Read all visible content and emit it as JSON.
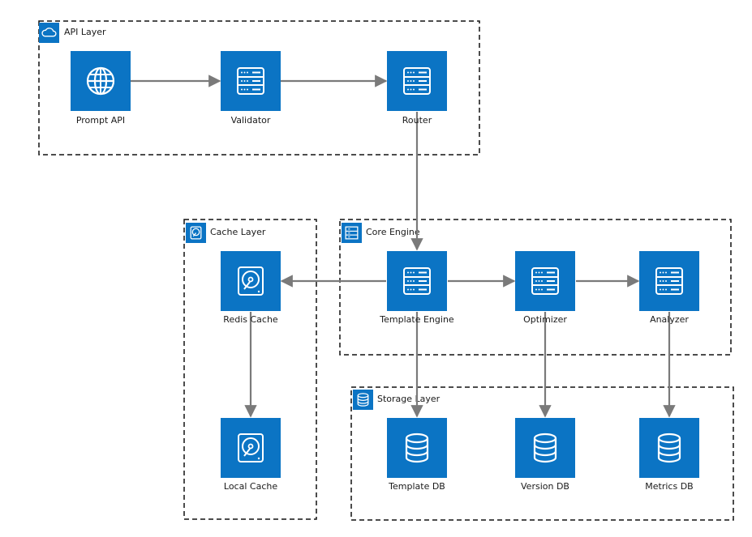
{
  "colors": {
    "node_fill": "#0b74c4",
    "icon_stroke": "#ffffff",
    "edge": "#7a7a7a",
    "group_border": "#111111"
  },
  "groups": {
    "api": {
      "label": "API Layer",
      "icon": "cloud-icon"
    },
    "cache": {
      "label": "Cache Layer",
      "icon": "disk-icon"
    },
    "core": {
      "label": "Core Engine",
      "icon": "list-icon"
    },
    "storage": {
      "label": "Storage Layer",
      "icon": "database-icon"
    }
  },
  "nodes": {
    "prompt_api": {
      "label": "Prompt API",
      "icon": "globe-icon"
    },
    "validator": {
      "label": "Validator",
      "icon": "server-icon"
    },
    "router": {
      "label": "Router",
      "icon": "server-icon"
    },
    "redis_cache": {
      "label": "Redis Cache",
      "icon": "hard-drive-icon"
    },
    "local_cache": {
      "label": "Local Cache",
      "icon": "hard-drive-icon"
    },
    "template_engine": {
      "label": "Template Engine",
      "icon": "server-icon"
    },
    "optimizer": {
      "label": "Optimizer",
      "icon": "server-icon"
    },
    "analyzer": {
      "label": "Analyzer",
      "icon": "server-icon"
    },
    "template_db": {
      "label": "Template DB",
      "icon": "database-icon"
    },
    "version_db": {
      "label": "Version DB",
      "icon": "database-icon"
    },
    "metrics_db": {
      "label": "Metrics DB",
      "icon": "database-icon"
    }
  },
  "edges": [
    {
      "from": "prompt_api",
      "to": "validator"
    },
    {
      "from": "validator",
      "to": "router"
    },
    {
      "from": "router",
      "to": "template_engine"
    },
    {
      "from": "template_engine",
      "to": "redis_cache"
    },
    {
      "from": "template_engine",
      "to": "optimizer"
    },
    {
      "from": "optimizer",
      "to": "analyzer"
    },
    {
      "from": "redis_cache",
      "to": "local_cache"
    },
    {
      "from": "template_engine",
      "to": "template_db"
    },
    {
      "from": "optimizer",
      "to": "version_db"
    },
    {
      "from": "analyzer",
      "to": "metrics_db"
    }
  ]
}
